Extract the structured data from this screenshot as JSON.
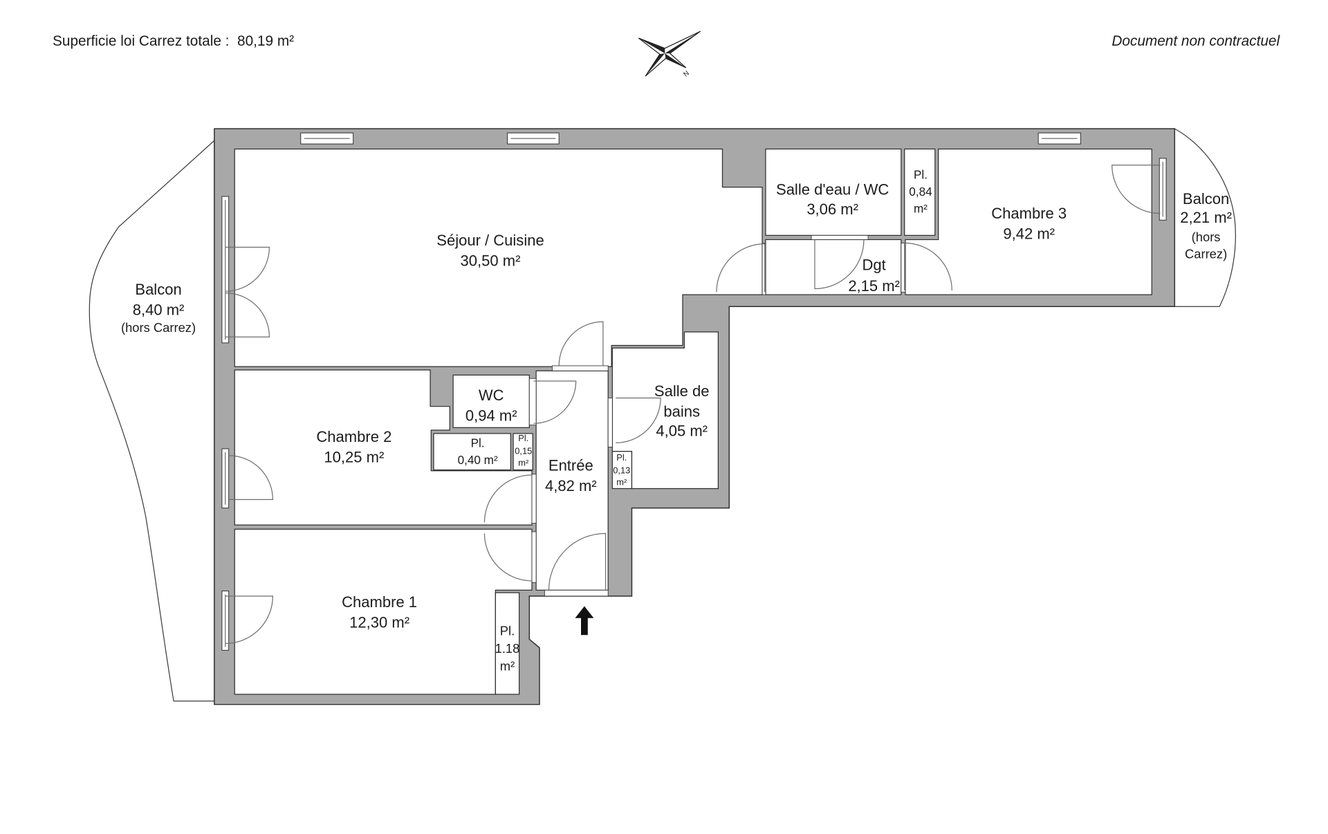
{
  "header": {
    "surface": "Superficie loi Carrez totale :  80,19 m²",
    "disclaimer": "Document non contractuel"
  },
  "compass": {
    "north_label": "N",
    "icon": "compass-rose-icon"
  },
  "entrance": {
    "icon": "entrance-arrow-icon"
  },
  "colors": {
    "wall": "#a8a8a8",
    "outline": "#2e2e2e",
    "floor": "#ffffff",
    "door_swing": "#6e6e6e"
  },
  "rooms": {
    "sejour_cuisine": {
      "lines": [
        "Séjour / Cuisine",
        "30,50 m²"
      ]
    },
    "salle_eau_wc": {
      "lines": [
        "Salle d'eau / WC",
        "3,06 m²"
      ]
    },
    "placard_084": {
      "lines": [
        "Pl.",
        "0,84",
        "m²"
      ]
    },
    "chambre_3": {
      "lines": [
        "Chambre 3",
        "9,42 m²"
      ]
    },
    "degagement": {
      "lines": [
        "Dgt",
        "2,15 m²"
      ]
    },
    "balcony_right": {
      "lines": [
        "Balcon",
        "2,21 m²",
        "(hors",
        "Carrez)"
      ]
    },
    "balcony_left": {
      "lines": [
        "Balcon",
        "8,40 m²",
        "(hors Carrez)"
      ]
    },
    "chambre_2": {
      "lines": [
        "Chambre 2",
        "10,25 m²"
      ]
    },
    "wc": {
      "lines": [
        "WC",
        "0,94 m²"
      ]
    },
    "placard_040": {
      "lines": [
        "Pl.",
        "0,40 m²"
      ]
    },
    "placard_015": {
      "lines": [
        "Pl.",
        "0,15",
        "m²"
      ]
    },
    "entree": {
      "lines": [
        "Entrée",
        "4,82 m²"
      ]
    },
    "placard_013": {
      "lines": [
        "Pl.",
        "0,13",
        "m²"
      ]
    },
    "salle_de_bains": {
      "lines": [
        "Salle de",
        "bains",
        "4,05 m²"
      ]
    },
    "chambre_1": {
      "lines": [
        "Chambre 1",
        "12,30 m²"
      ]
    },
    "placard_118": {
      "lines": [
        "Pl.",
        "1.18",
        "m²"
      ]
    }
  }
}
